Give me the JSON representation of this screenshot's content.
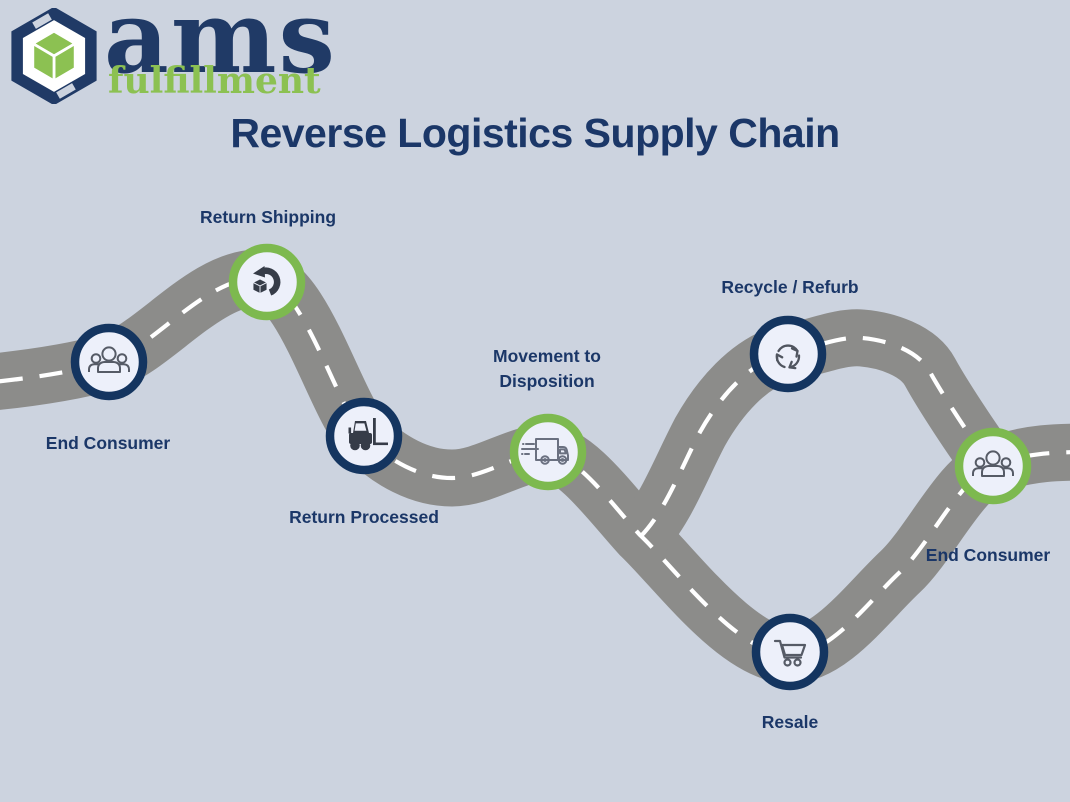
{
  "logo": {
    "brand": "ams",
    "tagline": "fulfillment"
  },
  "title": "Reverse Logistics Supply Chain",
  "colors": {
    "background": "#ccd3df",
    "road": "#8c8c8a",
    "road_dash": "#ffffff",
    "navy_ring": "#143560",
    "green_ring": "#7db94f",
    "node_fill": "#edf0fa",
    "label_navy": "#1b3768",
    "logo_navy": "#203a66",
    "logo_green": "#8cc152",
    "icon_stroke": "#565b66",
    "icon_solid": "#363c48"
  },
  "nodes": [
    {
      "id": "end-consumer-left",
      "label": "End Consumer",
      "icon": "people-group-icon",
      "ring": "navy",
      "label_position": "below"
    },
    {
      "id": "return-shipping",
      "label": "Return Shipping",
      "icon": "package-return-icon",
      "ring": "green",
      "label_position": "above"
    },
    {
      "id": "return-processed",
      "label": "Return Processed",
      "icon": "forklift-icon",
      "ring": "navy",
      "label_position": "below"
    },
    {
      "id": "movement-to-disposition",
      "label": "Movement to Disposition",
      "label_lines": [
        "Movement to",
        "Disposition"
      ],
      "icon": "delivery-truck-icon",
      "ring": "green",
      "label_position": "above"
    },
    {
      "id": "recycle-refurb",
      "label": "Recycle / Refurb",
      "icon": "recycle-icon",
      "ring": "navy",
      "label_position": "above"
    },
    {
      "id": "resale",
      "label": "Resale",
      "icon": "shopping-cart-icon",
      "ring": "navy",
      "label_position": "below"
    },
    {
      "id": "end-consumer-right",
      "label": "End Consumer",
      "icon": "people-group-icon",
      "ring": "green",
      "label_position": "below"
    }
  ]
}
